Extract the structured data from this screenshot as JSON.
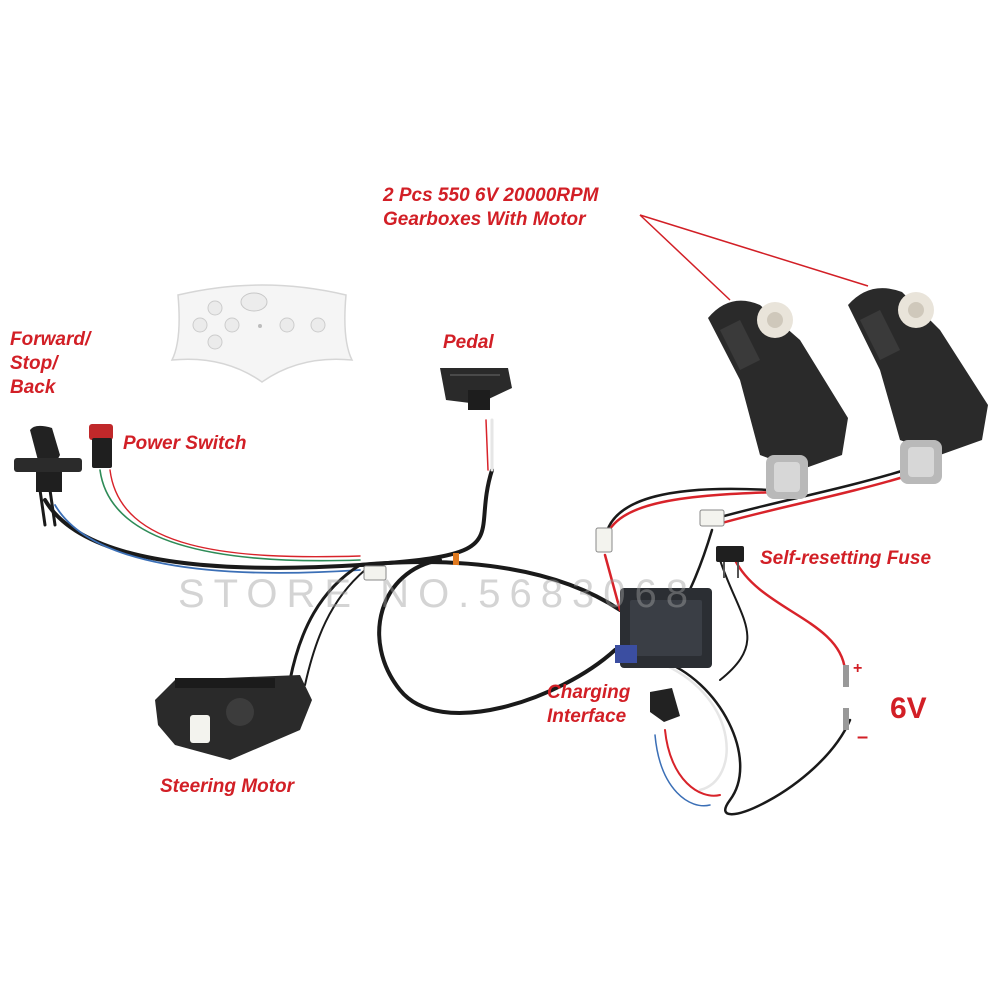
{
  "colors": {
    "label": "#d21f26",
    "wire_black": "#1a1a1a",
    "wire_red": "#d8232a",
    "wire_blue": "#3b6fb6",
    "wire_green": "#2e8b57",
    "wire_white": "#e6e6e6",
    "component_dark": "#2a2a2a"
  },
  "labels": {
    "gearboxes": [
      "2 Pcs 550 6V 20000RPM",
      "Gearboxes With Motor"
    ],
    "forward": [
      "Forward/",
      "Stop/",
      "Back"
    ],
    "power_switch": "Power Switch",
    "pedal": "Pedal",
    "fuse": "Self-resetting Fuse",
    "charging": [
      "Charging",
      "Interface"
    ],
    "steering": "Steering Motor",
    "voltage": "6V",
    "plus": "+",
    "minus": "–"
  },
  "watermark": "STORE NO.5683068",
  "icons": {
    "remote": "remote-control-icon",
    "shifter": "gear-shifter-icon",
    "switch": "power-switch-icon",
    "pedal": "pedal-icon",
    "gearbox": "gearbox-motor-icon",
    "controller": "controller-box-icon",
    "steering": "steering-motor-icon",
    "fuse": "fuse-icon",
    "charging": "charging-port-icon"
  }
}
